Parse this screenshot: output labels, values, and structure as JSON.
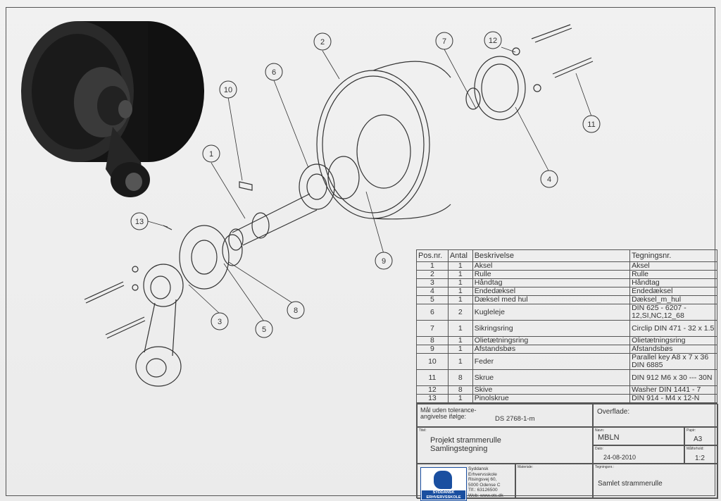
{
  "balloons": [
    "1",
    "2",
    "3",
    "4",
    "5",
    "6",
    "7",
    "8",
    "9",
    "10",
    "11",
    "12",
    "13"
  ],
  "bom": {
    "headers": [
      "Pos.nr.",
      "Antal",
      "Beskrivelse",
      "Tegningsnr."
    ],
    "rows": [
      [
        "1",
        "1",
        "Aksel",
        "Aksel"
      ],
      [
        "2",
        "1",
        "Rulle",
        "Rulle"
      ],
      [
        "3",
        "1",
        "Håndtag",
        "Håndtag"
      ],
      [
        "4",
        "1",
        "Endedæksel",
        "Endedæksel"
      ],
      [
        "5",
        "1",
        "Dæksel med hul",
        "Dæksel_m_hul"
      ],
      [
        "6",
        "2",
        "Kugleleje",
        "DIN 625 - 6207 - 12,SI,NC,12_68"
      ],
      [
        "7",
        "1",
        "Sikringsring",
        "Circlip DIN 471 - 32 x 1.5"
      ],
      [
        "8",
        "1",
        "Olietætningsring",
        "Olietætningsring"
      ],
      [
        "9",
        "1",
        "Afstandsbøs",
        "Afstandsbøs"
      ],
      [
        "10",
        "1",
        "Feder",
        "Parallel key A8 x 7 x 36 DIN 6885"
      ],
      [
        "11",
        "8",
        "Skrue",
        "DIN 912 M6 x 30 --- 30N"
      ],
      [
        "12",
        "8",
        "Skive",
        "Washer DIN 1441 - 7"
      ],
      [
        "13",
        "1",
        "Pinolskrue",
        "DIN 914 - M4 x 12-N"
      ]
    ]
  },
  "title_block": {
    "tolerance_label": "Mål uden tolerance-\nangivelse ifølge:",
    "tolerance_value": "DS 2768-1-m",
    "surface_label": "Overflade:",
    "title_caption": "Titel:",
    "title_line1": "Projekt strammerulle",
    "title_line2": "Samlingstegning",
    "name_caption": "Navn:",
    "name": "MBLN",
    "paper_caption": "Papir:",
    "paper": "A3",
    "date_caption": "Dato:",
    "date": "24-08-2010",
    "scale_caption": "Målforhold:",
    "scale": "1:2",
    "material_caption": "Materiale:",
    "drawing_no_caption": "Tegningsnr.:",
    "drawing_no": "Samlet strammerulle",
    "school_name": "Syddansk Erhvervsskole",
    "school_addr1": "Risingsvej 60,",
    "school_addr2": "5000 Odense C",
    "school_phone": "Tlf.:  63126500",
    "school_web": "Web: www.ots.dk",
    "logo_text": "SYDDANSK ERHVERVSSKOLE"
  },
  "colors": {
    "paper": "#efefef",
    "line": "#333333",
    "render": "#1c1c1c",
    "logo": "#1a4fa0"
  }
}
